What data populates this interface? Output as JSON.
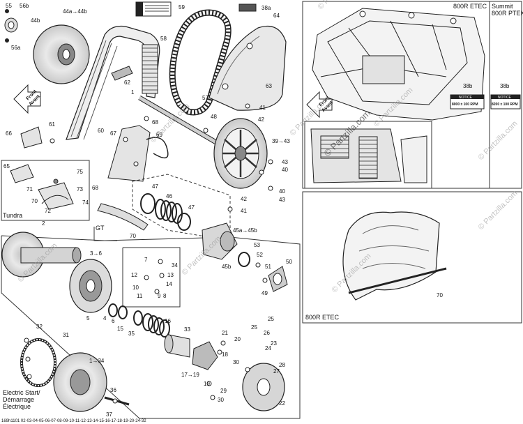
{
  "diagram": {
    "footer_code": "169h1101 02-03-04-05-06-07-08-09-10-11-12-13-14-15-16-17-18-19-20-24-32",
    "watermark": "© Partzilla.com",
    "front_arrow_1": "Front",
    "front_arrow_2": "Avant",
    "panels": {
      "etec_top": "800R ETEC",
      "summit": "Summit",
      "ptek": "800R PTEK",
      "etec_bottom": "800R ETEC",
      "tundra": "Tundra",
      "gt": "GT",
      "electric": [
        "Electric Start/",
        "Démarrage",
        "Électrique"
      ]
    },
    "decal_notice": "NOTICE",
    "decal_etec": "8000 ± 100 RPM",
    "decal_ptek": "8200 ± 100 RPM",
    "callouts": {
      "c55": "55",
      "c56b": "56b",
      "c56a": "56a",
      "c44a44b": "44a→44b",
      "c44b": "44b",
      "c59": "59",
      "c38a": "38a",
      "c64": "64",
      "c58": "58",
      "c57": "57",
      "c62": "62",
      "c63": "63",
      "c1": "1",
      "c48": "48",
      "c41a": "41",
      "c42a": "42",
      "c3943": "39→43",
      "c43a": "43",
      "c40a": "40",
      "c68a": "68",
      "c69": "69",
      "c67": "67",
      "c60": "60",
      "c61": "61",
      "c66": "66",
      "c65": "65",
      "c75": "75",
      "c71": "71",
      "c73": "73",
      "c70a": "70",
      "c74": "74",
      "c72": "72",
      "c68b": "68",
      "c47a": "47",
      "c46": "46",
      "c47b": "47",
      "c42b": "42",
      "c41b": "41",
      "c40b": "40",
      "c43b": "43",
      "c70b": "70",
      "c45a45b": "45a→45b",
      "c45b": "45b",
      "c53": "53",
      "c52": "52",
      "c51": "51",
      "c50": "50",
      "c49": "49",
      "c2": "2",
      "c36": "3→6",
      "c7": "7",
      "c34a": "34",
      "c12": "12",
      "c13": "13",
      "c14": "14",
      "c10": "10",
      "c11": "11",
      "c9": "9",
      "c8": "8",
      "c5": "5",
      "c4": "4",
      "c6": "6",
      "c15": "15",
      "c35": "35",
      "c16": "16",
      "c33": "33",
      "c21": "21",
      "c20": "20",
      "c25a": "25",
      "c25b": "25",
      "c26": "26",
      "c23": "23",
      "c24": "24",
      "c32": "32",
      "c31": "31",
      "c134": "1→34",
      "c18": "18",
      "c1719": "17→19",
      "c19": "19",
      "c30a": "30",
      "c27": "27",
      "c28": "28",
      "c29": "29",
      "c30b": "30",
      "c22": "22",
      "c36b": "36",
      "c37": "37",
      "c38b1": "38b",
      "c38b2": "38b",
      "c70c": "70"
    }
  }
}
